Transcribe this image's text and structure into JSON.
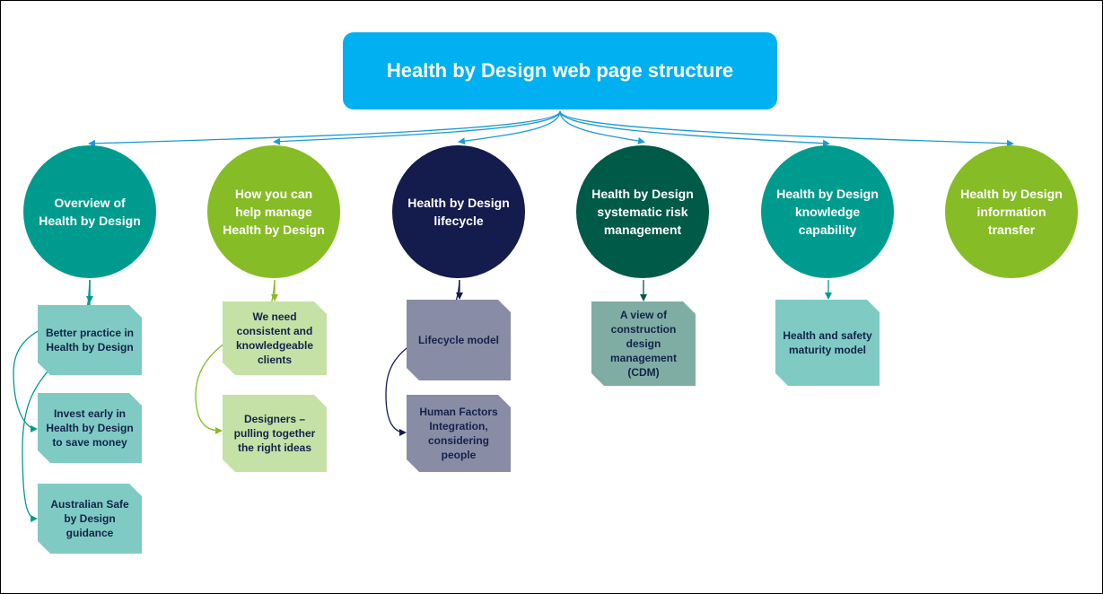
{
  "title": "Health by Design web page structure",
  "colors": {
    "title_bg": "#00b0f0",
    "connector": "#1a9ad6",
    "teal": "#009b8f",
    "lime": "#86bc25",
    "navy": "#141b4d",
    "dark_green": "#005a48",
    "card_teal": "#7fcbc4",
    "card_lime": "#c5e1a5",
    "card_slate": "#898ca5",
    "card_sage": "#7fada3",
    "card_text_dark": "#14234b"
  },
  "columns": [
    {
      "label": "Overview of Health by Design",
      "color": "teal",
      "cards": [
        "Better practice in Health by Design",
        "Invest early in Health by Design to save money",
        "Australian Safe by Design guidance"
      ]
    },
    {
      "label": "How you can help manage Health by Design",
      "color": "lime",
      "cards": [
        "We need consistent and knowledgeable clients",
        "Designers – pulling together the right ideas"
      ]
    },
    {
      "label": "Health by Design lifecycle",
      "color": "navy",
      "cards": [
        "Lifecycle model",
        "Human Factors Integration, considering people"
      ]
    },
    {
      "label": "Health by Design systematic risk management",
      "color": "dark_green",
      "cards": [
        "A view of construction design management (CDM)"
      ]
    },
    {
      "label": "Health by Design knowledge capability",
      "color": "teal",
      "cards": [
        "Health and safety maturity model"
      ]
    },
    {
      "label": "Health by Design information transfer",
      "color": "lime",
      "cards": []
    }
  ]
}
